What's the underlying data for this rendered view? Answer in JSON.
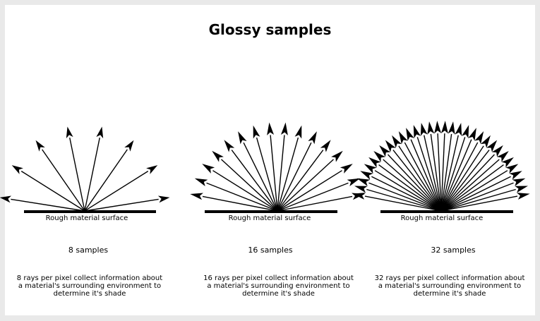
{
  "title": "Glossy samples",
  "panels": [
    {
      "ray_count": 8,
      "surface_label": "Rough material surface",
      "caption": "8 samples",
      "description": [
        "8 rays per pixel collect information about",
        "a material's surrounding environment to",
        "determine it's shade"
      ]
    },
    {
      "ray_count": 16,
      "surface_label": "Rough material surface",
      "caption": "16 samples",
      "description": [
        "16 rays per pixel collect information about",
        "a material's surrounding environment to",
        "determine it's shade"
      ]
    },
    {
      "ray_count": 32,
      "surface_label": "Rough material surface",
      "caption": "32 samples",
      "description": [
        "32 rays per pixel collect information about",
        "a material's surrounding environment to",
        "determine it's shade"
      ]
    }
  ]
}
